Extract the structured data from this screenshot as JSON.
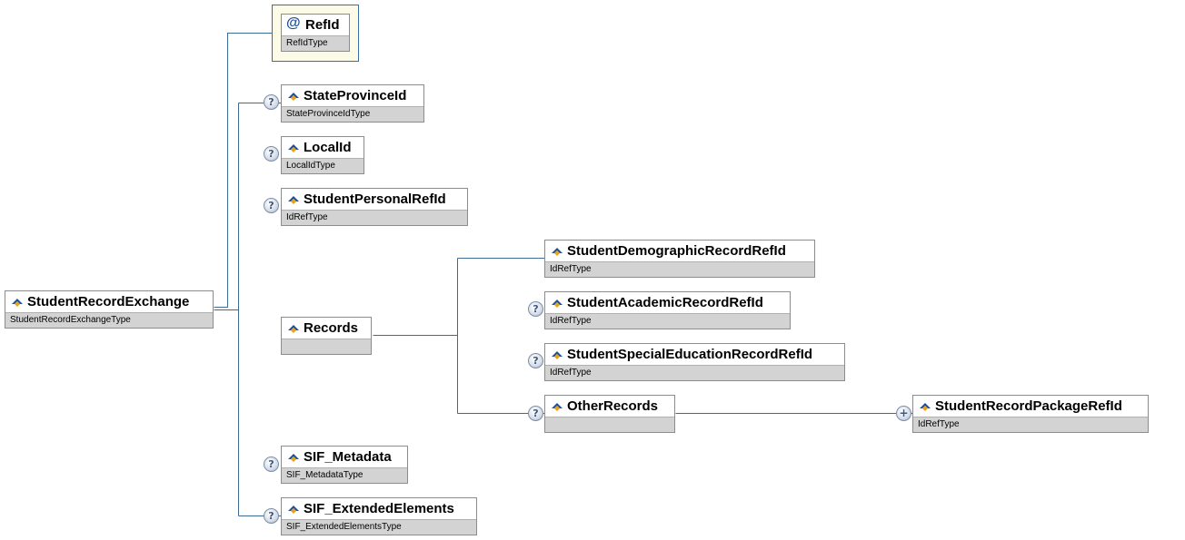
{
  "root": {
    "name": "StudentRecordExchange",
    "type": "StudentRecordExchangeType"
  },
  "attribute": {
    "name": "RefId",
    "type": "RefIdType",
    "icon": "at-sign-icon"
  },
  "children": [
    {
      "name": "StateProvinceId",
      "type": "StateProvinceIdType",
      "optional": true
    },
    {
      "name": "LocalId",
      "type": "LocalIdType",
      "optional": true
    },
    {
      "name": "StudentPersonalRefId",
      "type": "IdRefType",
      "optional": true
    },
    {
      "name": "Records",
      "type": "",
      "optional": false
    },
    {
      "name": "SIF_Metadata",
      "type": "SIF_MetadataType",
      "optional": true
    },
    {
      "name": "SIF_ExtendedElements",
      "type": "SIF_ExtendedElementsType",
      "optional": true
    }
  ],
  "records_children": [
    {
      "name": "StudentDemographicRecordRefId",
      "type": "IdRefType",
      "optional": false
    },
    {
      "name": "StudentAcademicRecordRefId",
      "type": "IdRefType",
      "optional": true
    },
    {
      "name": "StudentSpecialEducationRecordRefId",
      "type": "IdRefType",
      "optional": true
    },
    {
      "name": "OtherRecords",
      "type": "",
      "optional": true
    }
  ],
  "other_records_child": {
    "name": "StudentRecordPackageRefId",
    "type": "IdRefType",
    "repeatable": true
  },
  "badges": {
    "optional_glyph": "?",
    "repeat_glyph": "+"
  },
  "colors": {
    "connector": "#3b6a95",
    "element_icon_blue": "#1f4e9b",
    "element_icon_gold": "#e8a317",
    "type_band": "#d3d3d3"
  }
}
